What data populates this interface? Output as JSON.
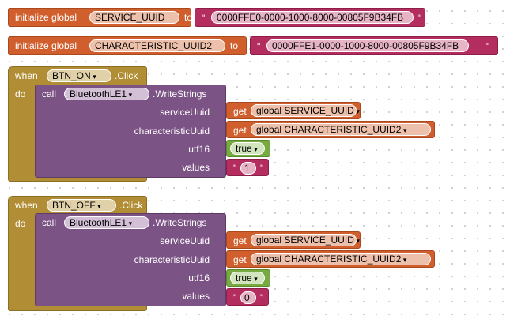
{
  "colors": {
    "variable": "#D05F2D",
    "text": "#B32D5E",
    "event": "#B18E35",
    "component": "#7C5385",
    "logic": "#77AB41"
  },
  "globals": [
    {
      "keyword": "initialize global",
      "name": "SERVICE_UUID",
      "to": "to",
      "value": "0000FFE0-0000-1000-8000-00805F9B34FB"
    },
    {
      "keyword": "initialize global",
      "name": "CHARACTERISTIC_UUID2",
      "to": "to",
      "value": "0000FFE1-0000-1000-8000-00805F9B34FB"
    }
  ],
  "events": [
    {
      "when": "when",
      "component": "BTN_ON",
      "event": ".Click",
      "do": "do",
      "call": "call",
      "target": "BluetoothLE1",
      "method": ".WriteStrings",
      "params": {
        "serviceUuid": "serviceUuid",
        "characteristicUuid": "characteristicUuid",
        "utf16": "utf16",
        "values": "values"
      },
      "get": "get",
      "service_var": "global SERVICE_UUID",
      "char_var": "global CHARACTERISTIC_UUID2",
      "utf16_value": "true",
      "value": "1"
    },
    {
      "when": "when",
      "component": "BTN_OFF",
      "event": ".Click",
      "do": "do",
      "call": "call",
      "target": "BluetoothLE1",
      "method": ".WriteStrings",
      "params": {
        "serviceUuid": "serviceUuid",
        "characteristicUuid": "characteristicUuid",
        "utf16": "utf16",
        "values": "values"
      },
      "get": "get",
      "service_var": "global SERVICE_UUID",
      "char_var": "global CHARACTERISTIC_UUID2",
      "utf16_value": "true",
      "value": "0"
    }
  ],
  "quote": "\""
}
